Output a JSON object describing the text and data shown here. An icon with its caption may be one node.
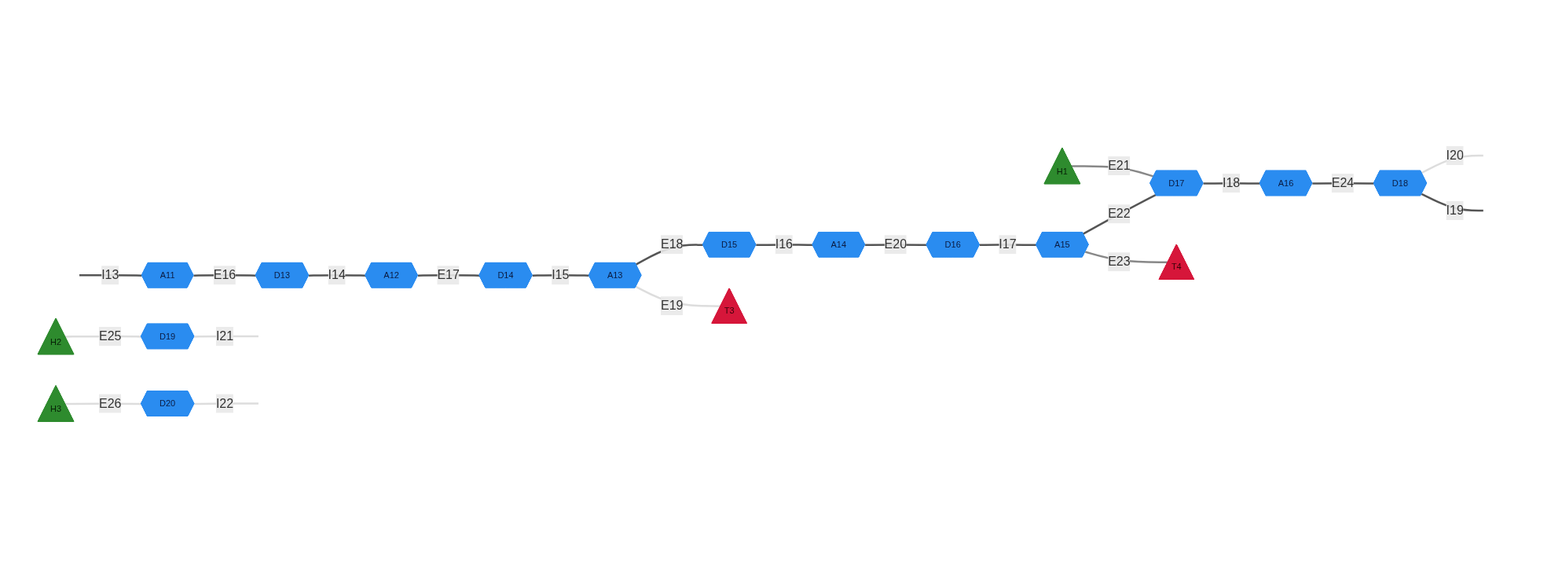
{
  "diagram": {
    "nodes": [
      {
        "text": [
          "A11"
        ]
      },
      {
        "text": [
          "D13"
        ]
      },
      {
        "text": [
          "A12"
        ]
      },
      {
        "text": [
          "D14"
        ]
      },
      {
        "text": [
          "A13"
        ]
      },
      {
        "text": [
          "D15"
        ]
      },
      {
        "text": [
          "T3"
        ]
      },
      {
        "text": [
          "A14"
        ]
      },
      {
        "text": [
          "D16"
        ]
      },
      {
        "text": [
          "H1"
        ]
      },
      {
        "text": [
          "A15"
        ]
      },
      {
        "text": [
          "D17"
        ]
      },
      {
        "text": [
          "T4"
        ]
      },
      {
        "text": [
          "A16"
        ]
      },
      {
        "text": [
          "H2"
        ]
      },
      {
        "text": [
          "H3"
        ]
      },
      {
        "text": [
          "D18"
        ]
      },
      {
        "text": [
          "D19"
        ]
      },
      {
        "text": [
          "D20"
        ]
      }
    ],
    "edges": [
      {
        "from": null,
        "to": 0,
        "arrow": "none",
        "label": "I13"
      },
      {
        "from": 0,
        "to": 1,
        "arrow": "none",
        "label": "E16"
      },
      {
        "from": 1,
        "to": 2,
        "arrow": "none",
        "label": "I14"
      },
      {
        "from": 2,
        "to": 3,
        "arrow": "none",
        "label": "E17"
      },
      {
        "from": 3,
        "to": 4,
        "arrow": "none",
        "label": "I15"
      },
      {
        "from": 4,
        "to": 5,
        "arrow": "none",
        "label": "E18"
      },
      {
        "from": 4,
        "to": 6,
        "arrow": "none",
        "label": "E19",
        "color": "#dddddd"
      },
      {
        "from": 5,
        "to": 7,
        "arrow": "none",
        "label": "I16"
      },
      {
        "from": 7,
        "to": 8,
        "arrow": "none",
        "label": "E20"
      },
      {
        "from": 8,
        "to": 10,
        "arrow": "none",
        "label": "I17"
      },
      {
        "from": 9,
        "to": 11,
        "arrow": "none",
        "label": "E21",
        "color": "#888888"
      },
      {
        "from": 10,
        "to": 11,
        "arrow": "none",
        "label": "E22"
      },
      {
        "from": 10,
        "to": 12,
        "arrow": "none",
        "label": "E23",
        "color": "#888888"
      },
      {
        "from": 11,
        "to": 13,
        "arrow": "none",
        "label": "I18"
      },
      {
        "from": 13,
        "to": 16,
        "arrow": "none",
        "label": "E24"
      },
      {
        "from": 16,
        "to": null,
        "arrow": "none",
        "label": "I20",
        "color": "#dddddd"
      },
      {
        "from": 16,
        "to": null,
        "arrow": "none",
        "label": "I19"
      },
      {
        "from": 14,
        "to": 17,
        "arrow": "none",
        "label": "E25",
        "color": "#dddddd"
      },
      {
        "from": 17,
        "to": null,
        "arrow": "none",
        "label": "I21",
        "color": "#dddddd"
      },
      {
        "from": 15,
        "to": 18,
        "arrow": "none",
        "label": "E26",
        "color": "#dddddd"
      },
      {
        "from": 18,
        "to": null,
        "arrow": "none",
        "label": "I22",
        "color": "#dddddd"
      }
    ]
  }
}
